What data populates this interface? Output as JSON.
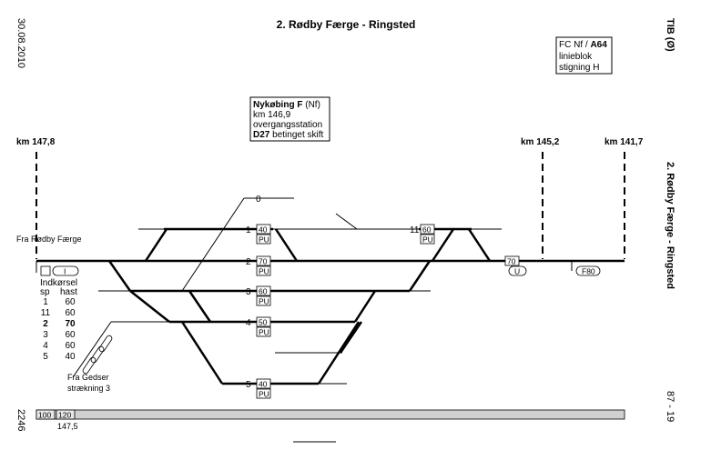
{
  "header": {
    "date": "30.08.2010",
    "title": "2. Rødby Færge - Ringsted",
    "section_code": "TIB (Ø)",
    "side_title": "2. Rødby Færge - Ringsted",
    "info_box": {
      "line1_a": "FC Nf / ",
      "line1_b": "A64",
      "line2": "linieblok",
      "line3": "stigning H"
    }
  },
  "footer": {
    "left_code": "2246",
    "right_code": "87 - 19",
    "speed_1": "100",
    "speed_2": "120",
    "km_mark": "147,5"
  },
  "station": {
    "name": "Nykøbing F",
    "abbr": "(Nf)",
    "km": "km 146,9",
    "type": "overgangsstation",
    "switch_a": "D27",
    "switch_b": " betinget skift"
  },
  "km_markers": [
    "km 147,8",
    "km 145,2",
    "km 141,7"
  ],
  "labels": {
    "from_left": "Fra Rødby Færge",
    "from_gedser_1": "Fra Gedser",
    "from_gedser_2": "strækning 3",
    "entry_heading_1": "Indkørsel",
    "entry_heading_2a": "sp",
    "entry_heading_2b": "hast"
  },
  "entry_table": [
    {
      "track": "1",
      "speed": "60",
      "bold": false
    },
    {
      "track": "11",
      "speed": "60",
      "bold": false
    },
    {
      "track": "2",
      "speed": "70",
      "bold": true
    },
    {
      "track": "3",
      "speed": "60",
      "bold": false
    },
    {
      "track": "4",
      "speed": "60",
      "bold": false
    },
    {
      "track": "5",
      "speed": "40",
      "bold": false
    }
  ],
  "tracks": [
    {
      "number": "0",
      "speed": null,
      "pu": null
    },
    {
      "number": "1",
      "speed": "40",
      "pu": "PU"
    },
    {
      "number": "11",
      "speed": "60",
      "pu": "PU"
    },
    {
      "number": "2",
      "speed": "70",
      "pu": "PU"
    },
    {
      "number": "3",
      "speed": "60",
      "pu": "PU"
    },
    {
      "number": "4",
      "speed": "50",
      "pu": "PU"
    },
    {
      "number": "5",
      "speed": "40",
      "pu": "PU"
    }
  ],
  "signals": {
    "right_speed": "70",
    "right_u": "U",
    "f_sign": "F80",
    "left_i": "I"
  }
}
